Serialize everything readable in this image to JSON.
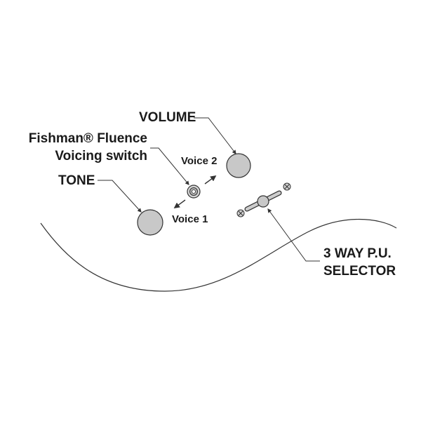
{
  "labels": {
    "volume": "VOLUME",
    "switch_line1": "Fishman® Fluence",
    "switch_line2": "Voicing switch",
    "tone": "TONE",
    "voice2": "Voice 2",
    "voice1": "Voice 1",
    "selector_line1": "3 WAY P.U.",
    "selector_line2": "SELECTOR"
  },
  "colors": {
    "knob_fill": "#c8c8c8",
    "outline": "#333333",
    "text": "#1a1a1a"
  }
}
